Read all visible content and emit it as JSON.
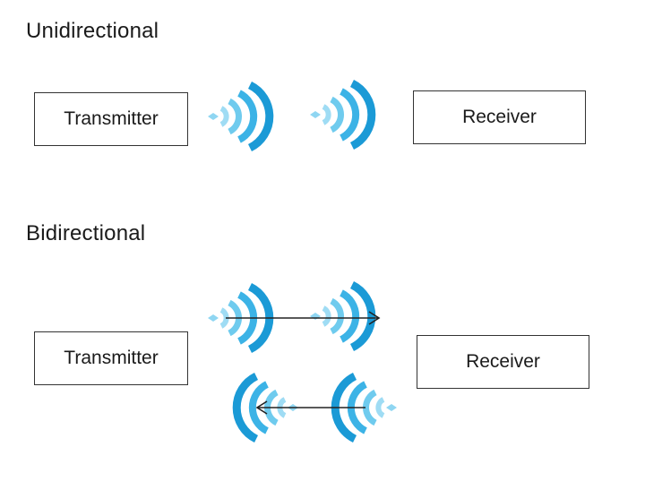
{
  "unidirectional": {
    "title": "Unidirectional",
    "transmitter_label": "Transmitter",
    "receiver_label": "Receiver"
  },
  "bidirectional": {
    "title": "Bidirectional",
    "transmitter_label": "Transmitter",
    "receiver_label": "Receiver"
  },
  "colors": {
    "wave_light": "#c6ecf8",
    "wave_mid": "#5bc4ea",
    "wave_dark": "#1b9ad6",
    "arrow": "#222222",
    "box_border": "#333333"
  },
  "icons": {
    "signal": "wireless-signal-icon",
    "arrow": "arrow-icon"
  }
}
